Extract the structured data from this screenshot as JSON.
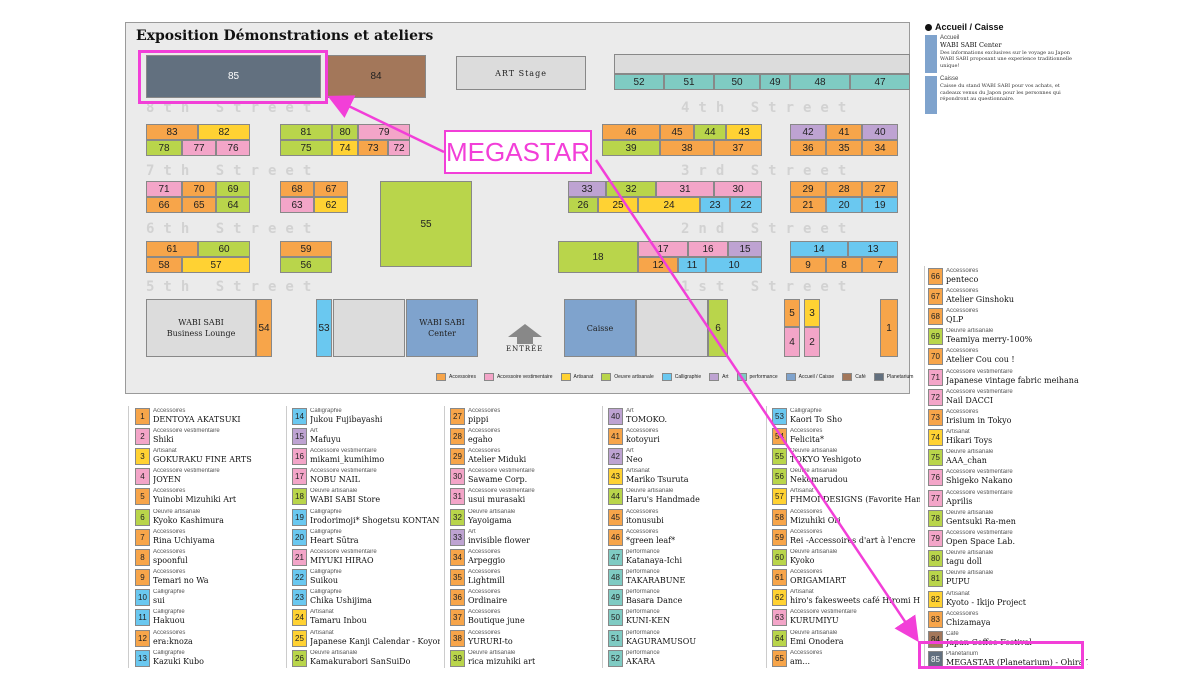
{
  "map": {
    "title": "Exposition Démonstrations et ateliers",
    "streets": [
      "8th Street",
      "7th Street",
      "6th Street",
      "5th Street",
      "4th Street",
      "3rd Street",
      "2nd Street",
      "1st Street"
    ],
    "art_stage": "ART Stage",
    "wabi_lounge": [
      "WABI SABI",
      "Business Lounge"
    ],
    "wabi_center": [
      "WABI SABI",
      "Center"
    ],
    "caisse": "Caisse",
    "entree": "ENTRÉE",
    "booth_numbers": [
      "85",
      "84",
      "52",
      "51",
      "50",
      "49",
      "48",
      "47",
      "83",
      "82",
      "81",
      "80",
      "79",
      "78",
      "77",
      "76",
      "75",
      "74",
      "73",
      "72",
      "46",
      "45",
      "44",
      "43",
      "42",
      "41",
      "40",
      "39",
      "38",
      "37",
      "36",
      "35",
      "34",
      "71",
      "70",
      "69",
      "68",
      "67",
      "66",
      "65",
      "64",
      "63",
      "62",
      "33",
      "32",
      "31",
      "30",
      "29",
      "28",
      "27",
      "26",
      "25",
      "24",
      "23",
      "22",
      "21",
      "20",
      "19",
      "55",
      "61",
      "60",
      "59",
      "58",
      "57",
      "56",
      "18",
      "17",
      "16",
      "15",
      "14",
      "13",
      "12",
      "11",
      "10",
      "9",
      "8",
      "7",
      "54",
      "53",
      "6",
      "5",
      "3",
      "4",
      "2",
      "1"
    ],
    "legend": [
      {
        "label": "Accessoires",
        "color": "#f7a54a"
      },
      {
        "label": "Accessoire vestimentaire",
        "color": "#f3a5c8"
      },
      {
        "label": "Artisanat",
        "color": "#ffd233"
      },
      {
        "label": "Oeuvre artisanale",
        "color": "#b9d54b"
      },
      {
        "label": "Calligraphie",
        "color": "#6ac8f0"
      },
      {
        "label": "Art",
        "color": "#bea3d2"
      },
      {
        "label": "performance",
        "color": "#7fcbc3"
      },
      {
        "label": "Accueil / Caisse",
        "color": "#7fa3cd"
      },
      {
        "label": "Café",
        "color": "#a3775a"
      },
      {
        "label": "Planetarium",
        "color": "#62707f"
      }
    ]
  },
  "annotation": {
    "label": "MEGASTAR"
  },
  "accueil": {
    "title": "Accueil / Caisse",
    "items": [
      {
        "kind": "Accueil",
        "name": "WABI SABI Center",
        "desc": "Des informations exclusives sur le voyage au Japon WABI SABI proposant une experience traditionnelle unique!"
      },
      {
        "kind": "Caisse",
        "name": "",
        "desc": "Caisse du stand WABI SABI pour vos achats, et cadeaux venus du Japon pour les personnes qui répondront au questionnaire."
      }
    ]
  },
  "exhibitors": [
    [
      {
        "n": "1",
        "cat": "Accessoires",
        "name": "DENTOYA AKATSUKI",
        "c": "c-acc"
      },
      {
        "n": "2",
        "cat": "Accessoire vestimentaire",
        "name": "Shiki",
        "c": "c-vest"
      },
      {
        "n": "3",
        "cat": "Artisanat",
        "name": "GOKURAKU FINE ARTS",
        "c": "c-art"
      },
      {
        "n": "4",
        "cat": "Accessoire vestimentaire",
        "name": "JOYEN",
        "c": "c-vest"
      },
      {
        "n": "5",
        "cat": "Accessoires",
        "name": "Yuinobi Mizuhiki Art",
        "c": "c-acc"
      },
      {
        "n": "6",
        "cat": "Oeuvre artisanale",
        "name": "Kyoko Kashimura",
        "c": "c-oeu"
      },
      {
        "n": "7",
        "cat": "Accessoires",
        "name": "Rina Uchiyama",
        "c": "c-acc"
      },
      {
        "n": "8",
        "cat": "Accessoires",
        "name": "spoonful",
        "c": "c-acc"
      },
      {
        "n": "9",
        "cat": "Accessoires",
        "name": "Temari no Wa",
        "c": "c-acc"
      },
      {
        "n": "10",
        "cat": "Calligraphie",
        "name": "sui",
        "c": "c-cal"
      },
      {
        "n": "11",
        "cat": "Calligraphie",
        "name": "Hakuou",
        "c": "c-cal"
      },
      {
        "n": "12",
        "cat": "Accessoires",
        "name": "era:knoza",
        "c": "c-acc"
      },
      {
        "n": "13",
        "cat": "Calligraphie",
        "name": "Kazuki Kubo",
        "c": "c-cal"
      }
    ],
    [
      {
        "n": "14",
        "cat": "Calligraphie",
        "name": "Jukou Fujibayashi",
        "c": "c-cal"
      },
      {
        "n": "15",
        "cat": "Art",
        "name": "Mafuyu",
        "c": "c-prt"
      },
      {
        "n": "16",
        "cat": "Accessoire vestimentaire",
        "name": "mikami_kumihimo",
        "c": "c-vest"
      },
      {
        "n": "17",
        "cat": "Accessoire vestimentaire",
        "name": "NOBU NAIL",
        "c": "c-vest"
      },
      {
        "n": "18",
        "cat": "Oeuvre artisanale",
        "name": "WABI SABI Store",
        "c": "c-oeu"
      },
      {
        "n": "19",
        "cat": "Calligraphie",
        "name": "Irodorimoji* Shogetsu KONTANI",
        "c": "c-cal"
      },
      {
        "n": "20",
        "cat": "Calligraphie",
        "name": "Heart Sūtra",
        "c": "c-cal"
      },
      {
        "n": "21",
        "cat": "Accessoire vestimentaire",
        "name": "MIYUKI HIRAO",
        "c": "c-vest"
      },
      {
        "n": "22",
        "cat": "Calligraphie",
        "name": "Suikou",
        "c": "c-cal"
      },
      {
        "n": "23",
        "cat": "Calligraphie",
        "name": "Chika Ushijima",
        "c": "c-cal"
      },
      {
        "n": "24",
        "cat": "Artisanat",
        "name": "Tamaru Inbou",
        "c": "c-art"
      },
      {
        "n": "25",
        "cat": "Artisanat",
        "name": "Japanese Kanji Calendar - Koyomi -",
        "c": "c-art"
      },
      {
        "n": "26",
        "cat": "Oeuvre artisanale",
        "name": "Kamakurabori SanSuiDo",
        "c": "c-oeu"
      }
    ],
    [
      {
        "n": "27",
        "cat": "Accessoires",
        "name": "pippi",
        "c": "c-acc"
      },
      {
        "n": "28",
        "cat": "Accessoires",
        "name": "egaho",
        "c": "c-acc"
      },
      {
        "n": "29",
        "cat": "Accessoires",
        "name": "Atelier Miduki",
        "c": "c-acc"
      },
      {
        "n": "30",
        "cat": "Accessoire vestimentaire",
        "name": "Sawame Corp.",
        "c": "c-vest"
      },
      {
        "n": "31",
        "cat": "Accessoire vestimentaire",
        "name": "usui murasaki",
        "c": "c-vest"
      },
      {
        "n": "32",
        "cat": "Oeuvre artisanale",
        "name": "Yayoigama",
        "c": "c-oeu"
      },
      {
        "n": "33",
        "cat": "Art",
        "name": "invisible flower",
        "c": "c-prt"
      },
      {
        "n": "34",
        "cat": "Accessoires",
        "name": "Arpeggio",
        "c": "c-acc"
      },
      {
        "n": "35",
        "cat": "Accessoires",
        "name": "Lightmill",
        "c": "c-acc"
      },
      {
        "n": "36",
        "cat": "Accessoires",
        "name": "Ordinaire",
        "c": "c-acc"
      },
      {
        "n": "37",
        "cat": "Accessoires",
        "name": "Boutique june",
        "c": "c-acc"
      },
      {
        "n": "38",
        "cat": "Accessoires",
        "name": "YURURI-to",
        "c": "c-acc"
      },
      {
        "n": "39",
        "cat": "Oeuvre artisanale",
        "name": "rica mizuhiki art",
        "c": "c-oeu"
      }
    ],
    [
      {
        "n": "40",
        "cat": "Art",
        "name": "TOMOKO.",
        "c": "c-prt"
      },
      {
        "n": "41",
        "cat": "Accessoires",
        "name": "kotoyuri",
        "c": "c-acc"
      },
      {
        "n": "42",
        "cat": "Art",
        "name": "Neo",
        "c": "c-prt"
      },
      {
        "n": "43",
        "cat": "Artisanat",
        "name": "Mariko Tsuruta",
        "c": "c-art"
      },
      {
        "n": "44",
        "cat": "Oeuvre artisanale",
        "name": "Haru's Handmade",
        "c": "c-oeu"
      },
      {
        "n": "45",
        "cat": "Accessoires",
        "name": "itonusubi",
        "c": "c-acc"
      },
      {
        "n": "46",
        "cat": "Accessoires",
        "name": "*green leaf*",
        "c": "c-acc"
      },
      {
        "n": "47",
        "cat": "performance",
        "name": "Katanaya-Ichi",
        "c": "c-perf"
      },
      {
        "n": "48",
        "cat": "performance",
        "name": "TAKARABUNE",
        "c": "c-perf"
      },
      {
        "n": "49",
        "cat": "performance",
        "name": "Basara Dance",
        "c": "c-perf"
      },
      {
        "n": "50",
        "cat": "performance",
        "name": "KUNI-KEN",
        "c": "c-perf"
      },
      {
        "n": "51",
        "cat": "performance",
        "name": "KAGURAMUSOU",
        "c": "c-perf"
      },
      {
        "n": "52",
        "cat": "performance",
        "name": "AKARA",
        "c": "c-perf"
      }
    ],
    [
      {
        "n": "53",
        "cat": "Calligraphie",
        "name": "Kaori To Sho",
        "c": "c-cal"
      },
      {
        "n": "54",
        "cat": "Accessoires",
        "name": "Felicita*",
        "c": "c-acc"
      },
      {
        "n": "55",
        "cat": "Oeuvre artisanale",
        "name": "TOKYO Yeshigoto",
        "c": "c-oeu"
      },
      {
        "n": "56",
        "cat": "Oeuvre artisanale",
        "name": "Nekomarudou",
        "c": "c-oeu"
      },
      {
        "n": "57",
        "cat": "Artisanat",
        "name": "FHMOI DESIGNS (Favorite Hand Made Origami Designs)",
        "c": "c-art"
      },
      {
        "n": "58",
        "cat": "Accessoires",
        "name": "Mizuhiki Ori",
        "c": "c-acc"
      },
      {
        "n": "59",
        "cat": "Accessoires",
        "name": "Rei -Accessoires d'art à l'encre",
        "c": "c-acc"
      },
      {
        "n": "60",
        "cat": "Oeuvre artisanale",
        "name": "Kyoko",
        "c": "c-oeu"
      },
      {
        "n": "61",
        "cat": "Accessoires",
        "name": "ORIGAMIART",
        "c": "c-acc"
      },
      {
        "n": "62",
        "cat": "Artisanat",
        "name": "hiro's fakesweets café Hiromi Honda",
        "c": "c-art"
      },
      {
        "n": "63",
        "cat": "Accessoire vestimentaire",
        "name": "KURUMIYU",
        "c": "c-vest"
      },
      {
        "n": "64",
        "cat": "Oeuvre artisanale",
        "name": "Emi Onodera",
        "c": "c-oeu"
      },
      {
        "n": "65",
        "cat": "Accessoires",
        "name": "am...",
        "c": "c-acc"
      }
    ]
  ],
  "right_list": [
    {
      "n": "66",
      "cat": "Accessoires",
      "name": "penteco",
      "c": "c-acc"
    },
    {
      "n": "67",
      "cat": "Accessoires",
      "name": "Atelier Ginshoku",
      "c": "c-acc"
    },
    {
      "n": "68",
      "cat": "Accessoires",
      "name": "QLP",
      "c": "c-acc"
    },
    {
      "n": "69",
      "cat": "Oeuvre artisanale",
      "name": "Teamiya merry-100%",
      "c": "c-oeu"
    },
    {
      "n": "70",
      "cat": "Accessoires",
      "name": "Atelier Cou cou !",
      "c": "c-acc"
    },
    {
      "n": "71",
      "cat": "Accessoire vestimentaire",
      "name": "Japanese vintage fabric meihana",
      "c": "c-vest"
    },
    {
      "n": "72",
      "cat": "Accessoire vestimentaire",
      "name": "Nail DACCI",
      "c": "c-vest"
    },
    {
      "n": "73",
      "cat": "Accessoires",
      "name": "Irisium in Tokyo",
      "c": "c-acc"
    },
    {
      "n": "74",
      "cat": "Artisanat",
      "name": "Hikari Toys",
      "c": "c-art"
    },
    {
      "n": "75",
      "cat": "Oeuvre artisanale",
      "name": "AAA_chan",
      "c": "c-oeu"
    },
    {
      "n": "76",
      "cat": "Accessoire vestimentaire",
      "name": "Shigeko Nakano",
      "c": "c-vest"
    },
    {
      "n": "77",
      "cat": "Accessoire vestimentaire",
      "name": "Aprilis",
      "c": "c-vest"
    },
    {
      "n": "78",
      "cat": "Oeuvre artisanale",
      "name": "Gentsuki Ra-men",
      "c": "c-oeu"
    },
    {
      "n": "79",
      "cat": "Accessoire vestimentaire",
      "name": "Open Space Lab.",
      "c": "c-vest"
    },
    {
      "n": "80",
      "cat": "Oeuvre artisanale",
      "name": "tagu doll",
      "c": "c-oeu"
    },
    {
      "n": "81",
      "cat": "Oeuvre artisanale",
      "name": "PUPU",
      "c": "c-oeu"
    },
    {
      "n": "82",
      "cat": "Artisanat",
      "name": "Kyoto - Ikijo Project",
      "c": "c-art"
    },
    {
      "n": "83",
      "cat": "Accessoires",
      "name": "Chizamaya",
      "c": "c-acc"
    },
    {
      "n": "84",
      "cat": "Café",
      "name": "Japan Coffee Festival",
      "c": "c-cafe"
    },
    {
      "n": "85",
      "cat": "Planétarium",
      "name": "MEGASTAR (Planetarium) - Ohira Tech",
      "c": "c-plan"
    }
  ]
}
